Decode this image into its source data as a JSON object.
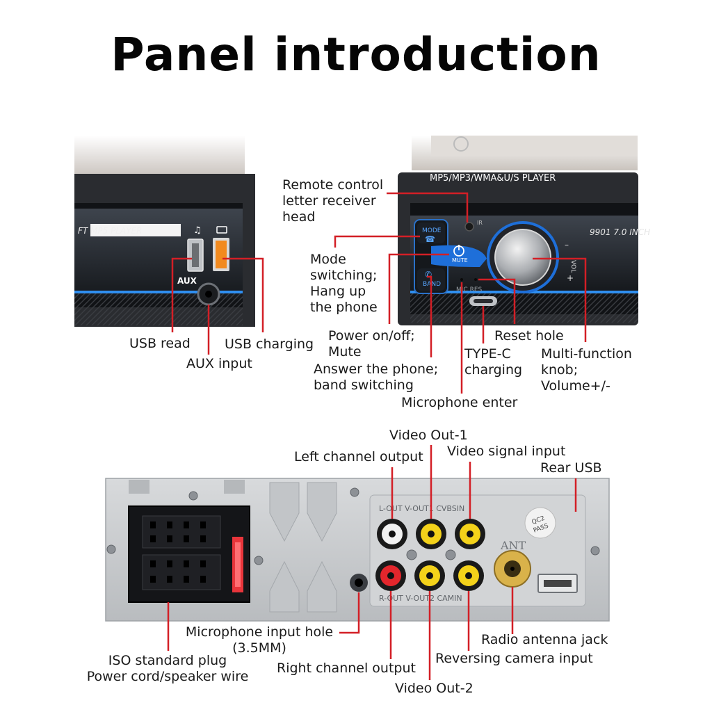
{
  "title": "Panel introduction",
  "colors": {
    "callout_line": "#d31f26",
    "panel_dark": "#2b2d31",
    "chassis": "#c9cccf",
    "accent_blue": "#1e6fd9"
  },
  "front_left": {
    "screen_text": "FT MP5 PLAYER",
    "aux_label": "AUX",
    "labels": {
      "usb_read": "USB read",
      "usb_charging": "USB charging",
      "aux_input": "AUX input"
    }
  },
  "front_right": {
    "header_text": "MP5/MP3/WMA&U/S  PLAYER",
    "model_text": "9901  7.0 INCH",
    "ir_text": "IR",
    "mode_btn": "MODE",
    "mute_btn": "MUTE",
    "band_btn": "BAND",
    "mic_res_text": "MIC RES",
    "vol_text": "VOL",
    "vol_minus": "–",
    "vol_plus": "+",
    "labels": {
      "remote": [
        "Remote control",
        "letter receiver",
        "head"
      ],
      "mode": [
        "Mode",
        "switching;",
        "Hang up",
        "the phone"
      ],
      "power": [
        "Power on/off;",
        "Mute"
      ],
      "answer": [
        "Answer the phone;",
        "band switching"
      ],
      "typec": [
        "TYPE-C",
        "charging"
      ],
      "reset": "Reset hole",
      "knob": [
        "Multi-function",
        "knob;",
        "Volume+/-"
      ],
      "mic": "Microphone enter"
    }
  },
  "rear": {
    "rca_top_text": "L-OUT  V-OUT1  CVBSIN",
    "rca_bottom_text": "R-OUT  V-OUT2  CAMIN",
    "ant_text": "ANT",
    "qc_text": [
      "QC2",
      "PASS"
    ],
    "labels": {
      "video_out_1": "Video Out-1",
      "left_channel": "Left channel output",
      "video_signal": "Video signal input",
      "rear_usb": "Rear USB",
      "mic_hole": [
        "Microphone input hole",
        "(3.5MM)"
      ],
      "iso": [
        "ISO standard plug",
        "Power cord/speaker wire"
      ],
      "right_channel": "Right channel output",
      "video_out_2": "Video Out-2",
      "radio_ant": "Radio antenna jack",
      "reversing": "Reversing camera input"
    }
  }
}
